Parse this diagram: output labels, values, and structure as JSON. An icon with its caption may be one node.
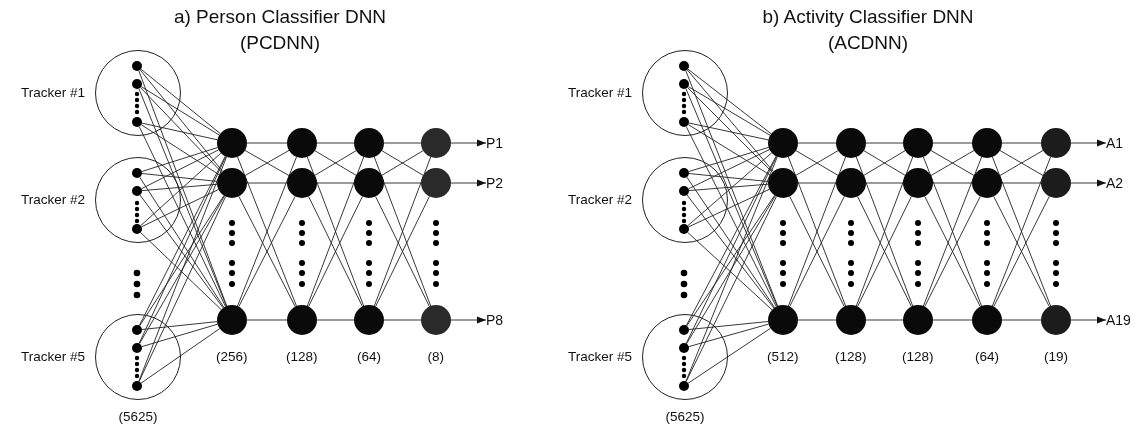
{
  "diagram": {
    "nodes": [
      {
        "text": [],
        "shape": "circle",
        "beside": [
          "Tracker #1"
        ]
      },
      {
        "text": [],
        "shape": "circle",
        "beside": [
          "Tracker #2"
        ]
      },
      {
        "text": [],
        "shape": "circle",
        "beside": [
          "Tracker #5",
          "(5625)"
        ]
      },
      {
        "text": [],
        "shape": "circle",
        "in": 0
      },
      {
        "text": [],
        "shape": "circle",
        "in": 0
      },
      {
        "text": [],
        "shape": "circle",
        "in": 0
      },
      {
        "text": [],
        "shape": "circle",
        "in": 1
      },
      {
        "text": [],
        "shape": "circle",
        "in": 1
      },
      {
        "text": [],
        "shape": "circle",
        "in": 1
      },
      {
        "text": [],
        "shape": "circle",
        "in": 2
      },
      {
        "text": [],
        "shape": "circle",
        "in": 2
      },
      {
        "text": [],
        "shape": "circle",
        "in": 2
      },
      {
        "text": [],
        "shape": "circle"
      },
      {
        "text": [],
        "shape": "circle"
      },
      {
        "text": [],
        "shape": "circle"
      },
      {
        "text": [],
        "shape": "circle"
      },
      {
        "text": [],
        "shape": "circle"
      },
      {
        "text": [],
        "shape": "circle"
      },
      {
        "text": [],
        "shape": "circle"
      },
      {
        "text": [],
        "shape": "circle"
      },
      {
        "text": [],
        "shape": "circle"
      },
      {
        "text": [],
        "shape": "circle"
      },
      {
        "text": [],
        "shape": "circle"
      },
      {
        "text": [],
        "shape": "circle"
      },
      {
        "text": [
          "P1"
        ]
      },
      {
        "text": [
          "P2"
        ]
      },
      {
        "text": [
          "P8"
        ]
      },
      {
        "text": [],
        "shape": "circle",
        "beside": [
          "Tracker #1"
        ]
      },
      {
        "text": [],
        "shape": "circle",
        "beside": [
          "Tracker #2"
        ]
      },
      {
        "text": [],
        "shape": "circle",
        "beside": [
          "Tracker #5",
          "(5625)"
        ]
      },
      {
        "text": [],
        "shape": "circle",
        "in": 27
      },
      {
        "text": [],
        "shape": "circle",
        "in": 27
      },
      {
        "text": [],
        "shape": "circle",
        "in": 27
      },
      {
        "text": [],
        "shape": "circle",
        "in": 28
      },
      {
        "text": [],
        "shape": "circle",
        "in": 28
      },
      {
        "text": [],
        "shape": "circle",
        "in": 28
      },
      {
        "text": [],
        "shape": "circle",
        "in": 29
      },
      {
        "text": [],
        "shape": "circle",
        "in": 29
      },
      {
        "text": [],
        "shape": "circle",
        "in": 29
      },
      {
        "text": [],
        "shape": "circle"
      },
      {
        "text": [],
        "shape": "circle"
      },
      {
        "text": [],
        "shape": "circle"
      },
      {
        "text": [],
        "shape": "circle"
      },
      {
        "text": [],
        "shape": "circle"
      },
      {
        "text": [],
        "shape": "circle"
      },
      {
        "text": [],
        "shape": "circle"
      },
      {
        "text": [],
        "shape": "circle"
      },
      {
        "text": [],
        "shape": "circle"
      },
      {
        "text": [],
        "shape": "circle"
      },
      {
        "text": [],
        "shape": "circle"
      },
      {
        "text": [],
        "shape": "circle"
      },
      {
        "text": [],
        "shape": "circle"
      },
      {
        "text": [],
        "shape": "circle"
      },
      {
        "text": [],
        "shape": "circle"
      },
      {
        "text": [
          "A1"
        ]
      },
      {
        "text": [
          "A2"
        ]
      },
      {
        "text": [
          "A19"
        ]
      }
    ],
    "edges": [
      {
        "from": 3,
        "to": 12,
        "arrow": "none"
      },
      {
        "from": 3,
        "to": 13,
        "arrow": "none"
      },
      {
        "from": 3,
        "to": 14,
        "arrow": "none"
      },
      {
        "from": 4,
        "to": 12,
        "arrow": "none"
      },
      {
        "from": 4,
        "to": 13,
        "arrow": "none"
      },
      {
        "from": 4,
        "to": 14,
        "arrow": "none"
      },
      {
        "from": 5,
        "to": 12,
        "arrow": "none"
      },
      {
        "from": 5,
        "to": 13,
        "arrow": "none"
      },
      {
        "from": 5,
        "to": 14,
        "arrow": "none"
      },
      {
        "from": 6,
        "to": 12,
        "arrow": "none"
      },
      {
        "from": 6,
        "to": 13,
        "arrow": "none"
      },
      {
        "from": 6,
        "to": 14,
        "arrow": "none"
      },
      {
        "from": 7,
        "to": 12,
        "arrow": "none"
      },
      {
        "from": 7,
        "to": 13,
        "arrow": "none"
      },
      {
        "from": 7,
        "to": 14,
        "arrow": "none"
      },
      {
        "from": 8,
        "to": 12,
        "arrow": "none"
      },
      {
        "from": 8,
        "to": 13,
        "arrow": "none"
      },
      {
        "from": 8,
        "to": 14,
        "arrow": "none"
      },
      {
        "from": 9,
        "to": 12,
        "arrow": "none"
      },
      {
        "from": 9,
        "to": 13,
        "arrow": "none"
      },
      {
        "from": 9,
        "to": 14,
        "arrow": "none"
      },
      {
        "from": 10,
        "to": 12,
        "arrow": "none"
      },
      {
        "from": 10,
        "to": 13,
        "arrow": "none"
      },
      {
        "from": 10,
        "to": 14,
        "arrow": "none"
      },
      {
        "from": 11,
        "to": 12,
        "arrow": "none"
      },
      {
        "from": 11,
        "to": 13,
        "arrow": "none"
      },
      {
        "from": 11,
        "to": 14,
        "arrow": "none"
      },
      {
        "from": 12,
        "to": 15,
        "arrow": "none"
      },
      {
        "from": 12,
        "to": 16,
        "arrow": "none"
      },
      {
        "from": 12,
        "to": 17,
        "arrow": "none"
      },
      {
        "from": 13,
        "to": 15,
        "arrow": "none"
      },
      {
        "from": 13,
        "to": 16,
        "arrow": "none"
      },
      {
        "from": 13,
        "to": 17,
        "arrow": "none"
      },
      {
        "from": 14,
        "to": 15,
        "arrow": "none"
      },
      {
        "from": 14,
        "to": 16,
        "arrow": "none"
      },
      {
        "from": 14,
        "to": 17,
        "arrow": "none"
      },
      {
        "from": 15,
        "to": 18,
        "arrow": "none"
      },
      {
        "from": 15,
        "to": 19,
        "arrow": "none"
      },
      {
        "from": 15,
        "to": 20,
        "arrow": "none"
      },
      {
        "from": 16,
        "to": 18,
        "arrow": "none"
      },
      {
        "from": 16,
        "to": 19,
        "arrow": "none"
      },
      {
        "from": 16,
        "to": 20,
        "arrow": "none"
      },
      {
        "from": 17,
        "to": 18,
        "arrow": "none"
      },
      {
        "from": 17,
        "to": 19,
        "arrow": "none"
      },
      {
        "from": 17,
        "to": 20,
        "arrow": "none"
      },
      {
        "from": 18,
        "to": 21,
        "arrow": "none"
      },
      {
        "from": 18,
        "to": 22,
        "arrow": "none"
      },
      {
        "from": 18,
        "to": 23,
        "arrow": "none"
      },
      {
        "from": 19,
        "to": 21,
        "arrow": "none"
      },
      {
        "from": 19,
        "to": 22,
        "arrow": "none"
      },
      {
        "from": 19,
        "to": 23,
        "arrow": "none"
      },
      {
        "from": 20,
        "to": 21,
        "arrow": "none"
      },
      {
        "from": 20,
        "to": 22,
        "arrow": "none"
      },
      {
        "from": 20,
        "to": 23,
        "arrow": "none"
      },
      {
        "from": 21,
        "to": 24,
        "arrow": "to"
      },
      {
        "from": 22,
        "to": 25,
        "arrow": "to"
      },
      {
        "from": 23,
        "to": 26,
        "arrow": "to"
      },
      {
        "from": 30,
        "to": 39,
        "arrow": "none"
      },
      {
        "from": 30,
        "to": 40,
        "arrow": "none"
      },
      {
        "from": 30,
        "to": 41,
        "arrow": "none"
      },
      {
        "from": 31,
        "to": 39,
        "arrow": "none"
      },
      {
        "from": 31,
        "to": 40,
        "arrow": "none"
      },
      {
        "from": 31,
        "to": 41,
        "arrow": "none"
      },
      {
        "from": 32,
        "to": 39,
        "arrow": "none"
      },
      {
        "from": 32,
        "to": 40,
        "arrow": "none"
      },
      {
        "from": 32,
        "to": 41,
        "arrow": "none"
      },
      {
        "from": 33,
        "to": 39,
        "arrow": "none"
      },
      {
        "from": 33,
        "to": 40,
        "arrow": "none"
      },
      {
        "from": 33,
        "to": 41,
        "arrow": "none"
      },
      {
        "from": 34,
        "to": 39,
        "arrow": "none"
      },
      {
        "from": 34,
        "to": 40,
        "arrow": "none"
      },
      {
        "from": 34,
        "to": 41,
        "arrow": "none"
      },
      {
        "from": 35,
        "to": 39,
        "arrow": "none"
      },
      {
        "from": 35,
        "to": 40,
        "arrow": "none"
      },
      {
        "from": 35,
        "to": 41,
        "arrow": "none"
      },
      {
        "from": 36,
        "to": 39,
        "arrow": "none"
      },
      {
        "from": 36,
        "to": 40,
        "arrow": "none"
      },
      {
        "from": 36,
        "to": 41,
        "arrow": "none"
      },
      {
        "from": 37,
        "to": 39,
        "arrow": "none"
      },
      {
        "from": 37,
        "to": 40,
        "arrow": "none"
      },
      {
        "from": 37,
        "to": 41,
        "arrow": "none"
      },
      {
        "from": 38,
        "to": 39,
        "arrow": "none"
      },
      {
        "from": 38,
        "to": 40,
        "arrow": "none"
      },
      {
        "from": 38,
        "to": 41,
        "arrow": "none"
      },
      {
        "from": 39,
        "to": 42,
        "arrow": "none"
      },
      {
        "from": 39,
        "to": 43,
        "arrow": "none"
      },
      {
        "from": 39,
        "to": 44,
        "arrow": "none"
      },
      {
        "from": 40,
        "to": 42,
        "arrow": "none"
      },
      {
        "from": 40,
        "to": 43,
        "arrow": "none"
      },
      {
        "from": 40,
        "to": 44,
        "arrow": "none"
      },
      {
        "from": 41,
        "to": 42,
        "arrow": "none"
      },
      {
        "from": 41,
        "to": 43,
        "arrow": "none"
      },
      {
        "from": 41,
        "to": 44,
        "arrow": "none"
      },
      {
        "from": 42,
        "to": 45,
        "arrow": "none"
      },
      {
        "from": 42,
        "to": 46,
        "arrow": "none"
      },
      {
        "from": 42,
        "to": 47,
        "arrow": "none"
      },
      {
        "from": 43,
        "to": 45,
        "arrow": "none"
      },
      {
        "from": 43,
        "to": 46,
        "arrow": "none"
      },
      {
        "from": 43,
        "to": 47,
        "arrow": "none"
      },
      {
        "from": 44,
        "to": 45,
        "arrow": "none"
      },
      {
        "from": 44,
        "to": 46,
        "arrow": "none"
      },
      {
        "from": 44,
        "to": 47,
        "arrow": "none"
      },
      {
        "from": 45,
        "to": 48,
        "arrow": "none"
      },
      {
        "from": 45,
        "to": 49,
        "arrow": "none"
      },
      {
        "from": 45,
        "to": 50,
        "arrow": "none"
      },
      {
        "from": 46,
        "to": 48,
        "arrow": "none"
      },
      {
        "from": 46,
        "to": 49,
        "arrow": "none"
      },
      {
        "from": 46,
        "to": 50,
        "arrow": "none"
      },
      {
        "from": 47,
        "to": 48,
        "arrow": "none"
      },
      {
        "from": 47,
        "to": 49,
        "arrow": "none"
      },
      {
        "from": 47,
        "to": 50,
        "arrow": "none"
      },
      {
        "from": 48,
        "to": 51,
        "arrow": "none"
      },
      {
        "from": 48,
        "to": 52,
        "arrow": "none"
      },
      {
        "from": 48,
        "to": 53,
        "arrow": "none"
      },
      {
        "from": 49,
        "to": 51,
        "arrow": "none"
      },
      {
        "from": 49,
        "to": 52,
        "arrow": "none"
      },
      {
        "from": 49,
        "to": 53,
        "arrow": "none"
      },
      {
        "from": 50,
        "to": 51,
        "arrow": "none"
      },
      {
        "from": 50,
        "to": 52,
        "arrow": "none"
      },
      {
        "from": 50,
        "to": 53,
        "arrow": "none"
      },
      {
        "from": 51,
        "to": 54,
        "arrow": "to"
      },
      {
        "from": 52,
        "to": 55,
        "arrow": "to"
      },
      {
        "from": 53,
        "to": 56,
        "arrow": "to"
      }
    ],
    "labels": [
      "a) Person Classifier DNN (PCDNN)",
      "b) Activity Classifier DNN (ACDNN)",
      "(256)",
      "(128)",
      "(64)",
      "(8)",
      "(512)",
      "(128)",
      "(128)",
      "(64)",
      "(19)"
    ]
  }
}
